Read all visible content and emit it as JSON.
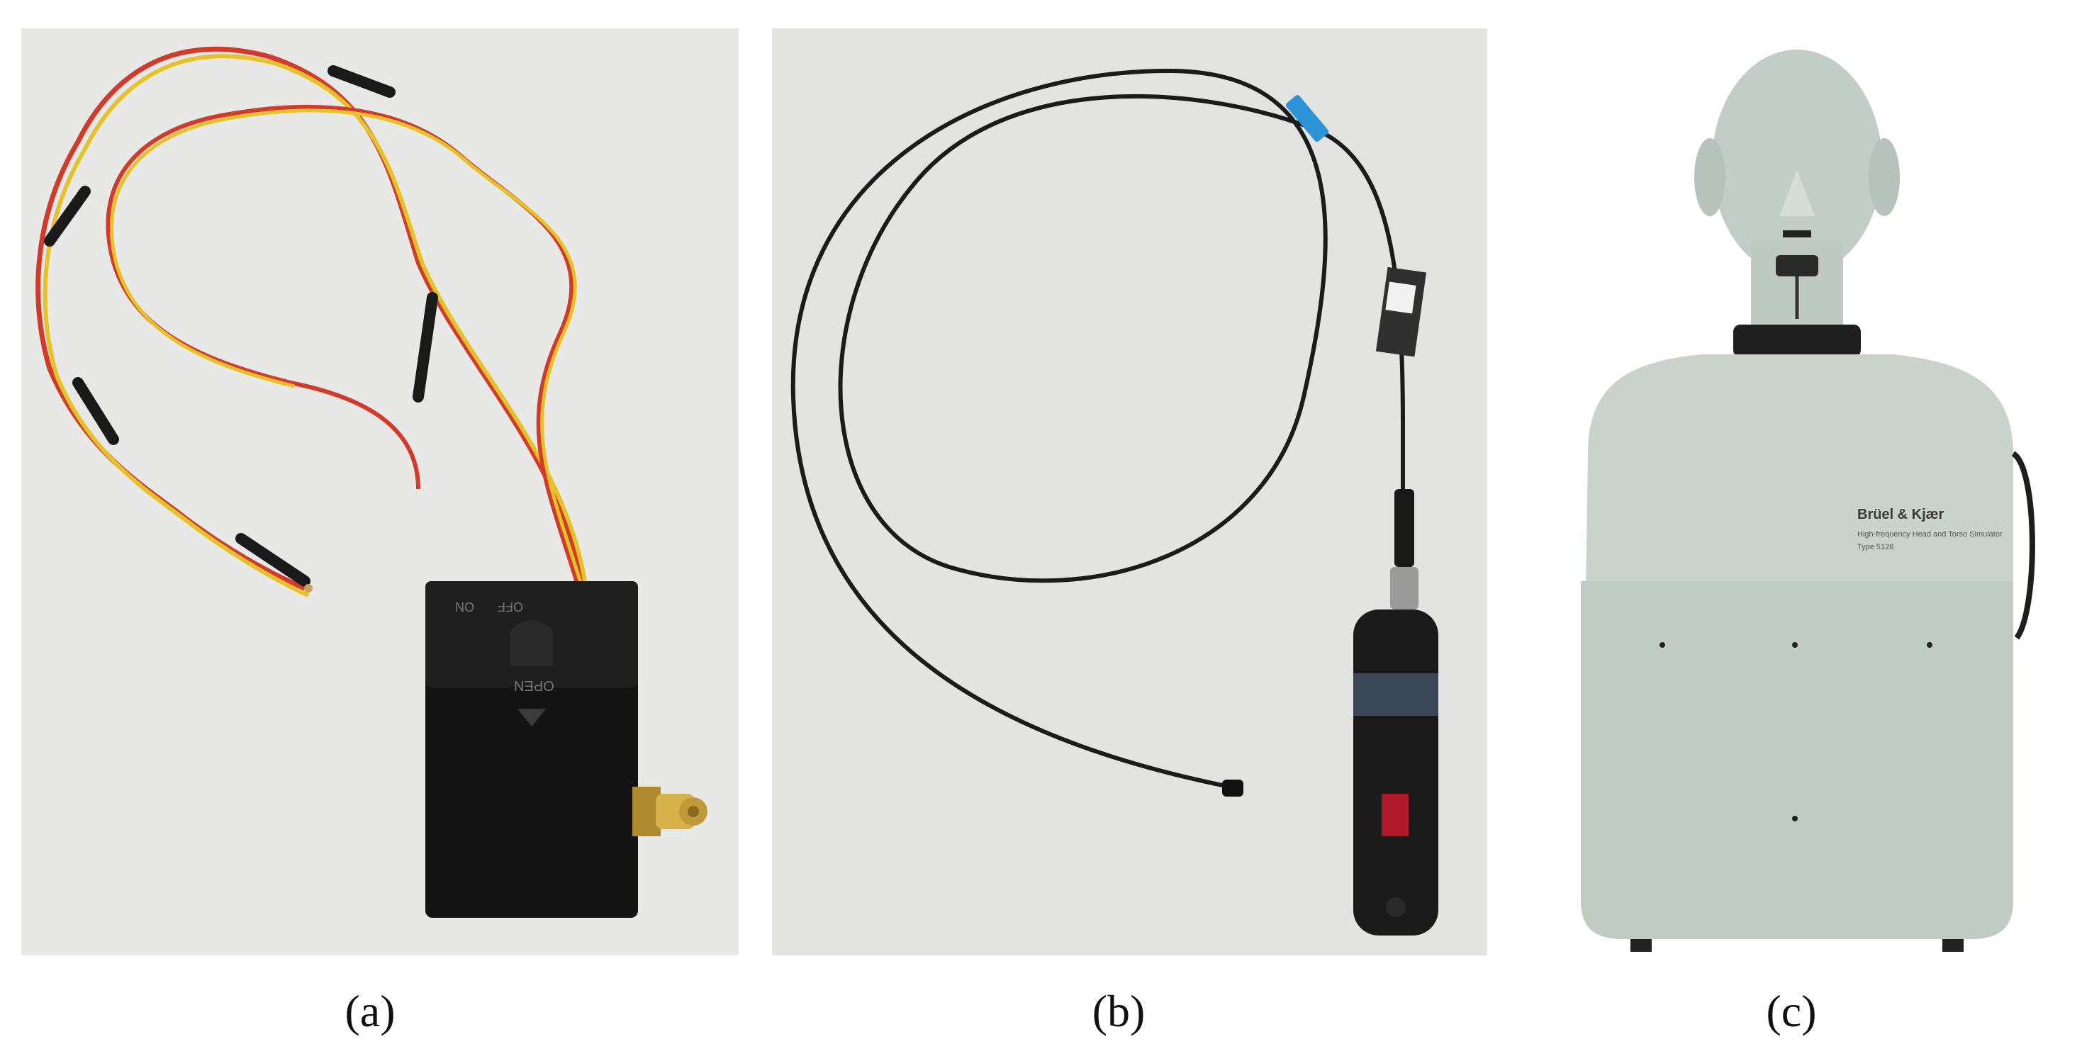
{
  "captions": {
    "a": "(a)",
    "b": "(b)",
    "c": "(c)"
  },
  "panel_a": {
    "switch_left": "ON",
    "switch_right": "OFF",
    "lid_label": "OPEN"
  },
  "panel_c": {
    "brand": "Brüel & Kjær",
    "product_line": "High-frequency Head and Torso Simulator",
    "model": "Type 5128"
  },
  "colors": {
    "background_photo": "#e6e7e5",
    "wire_red": "#d23a2a",
    "wire_yellow": "#e6c22a",
    "box_black": "#141414",
    "cable_black": "#1b1b1b",
    "label_blue": "#2c93d6",
    "torso_grey": "#c9d3cc"
  }
}
